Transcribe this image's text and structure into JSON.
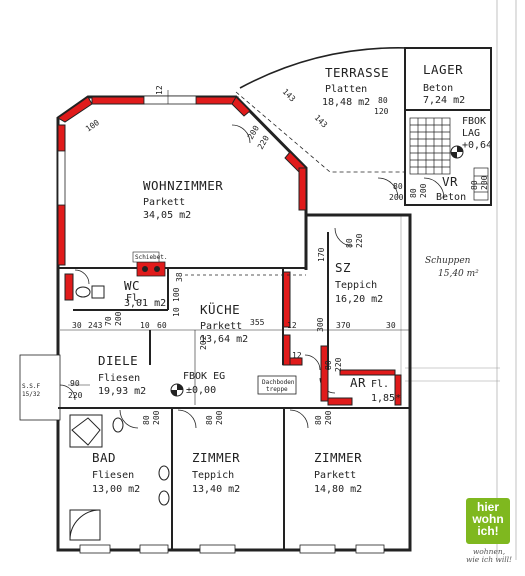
{
  "rooms": {
    "terrasse": {
      "name": "TERRASSE",
      "floor": "Platten",
      "area": "18,48 m2"
    },
    "lager": {
      "name": "LAGER",
      "floor": "Beton",
      "area": "7,24 m2"
    },
    "wohnzimmer": {
      "name": "WOHNZIMMER",
      "floor": "Parkett",
      "area": "34,05 m2"
    },
    "sz": {
      "name": "SZ",
      "floor": "Teppich",
      "area": "16,20 m2"
    },
    "wc": {
      "name": "WC",
      "floor": "Fl.",
      "area": "3,01 m2"
    },
    "kueche": {
      "name": "KÜCHE",
      "floor": "Parkett",
      "area": "13,64 m2"
    },
    "diele": {
      "name": "DIELE",
      "floor": "Fliesen",
      "area": "19,93 m2"
    },
    "ar": {
      "name": "AR",
      "floor": "Fl.",
      "area": "1,85*"
    },
    "bad": {
      "name": "BAD",
      "floor": "Fliesen",
      "area": "13,00 m2"
    },
    "zimmer1": {
      "name": "ZIMMER",
      "floor": "Teppich",
      "area": "13,40 m2"
    },
    "zimmer2": {
      "name": "ZIMMER",
      "floor": "Parkett",
      "area": "14,80 m2"
    },
    "vr": {
      "name": "VR",
      "floor": "Beton"
    }
  },
  "levels": {
    "lag": {
      "line1": "FBOK",
      "line2": "LAG",
      "line3": "+0,64"
    },
    "eg": {
      "line1": "FBOK EG",
      "line2": "±0,00"
    }
  },
  "annotations": {
    "schuppen": "Schuppen",
    "schuppen_area": "15,40 m²",
    "dachboden": "Dachboden",
    "dachboden2": "treppe",
    "schiebe": "Schiebet.",
    "ssf": "S.S.F",
    "ssf2": "15/32"
  },
  "dimensions": {
    "d100": "100",
    "d143a": "143",
    "d143b": "143",
    "d80": "80",
    "d120": "120",
    "d200a": "200",
    "d220a": "220",
    "d80b": "80",
    "d200b": "200",
    "d170": "170",
    "d80c": "80",
    "d220b": "220",
    "d38": "38",
    "d100b": "100",
    "d10": "10",
    "d30a": "30",
    "d243": "243",
    "d70": "70",
    "d200c": "200",
    "d10b": "10",
    "d60": "60",
    "d355": "355",
    "d12a": "12",
    "d300": "300",
    "d370": "370",
    "d30b": "30",
    "d202": "202",
    "d80d": "80",
    "d220c": "220",
    "d90": "90",
    "d220d": "220",
    "d12b": "12",
    "d80e": "80",
    "d200d": "200",
    "d80f": "80",
    "d200e": "200",
    "d80g": "80",
    "d200f": "200",
    "d80h": "80",
    "d200g": "200",
    "d80i": "80",
    "d200h": "200",
    "d12c": "12"
  },
  "brand": {
    "line1": "hier",
    "line2": "wohn",
    "line3": "ich!",
    "slogan1": "wohnen,",
    "slogan2": "wie ich will!"
  },
  "colors": {
    "wall_red": "#e01b1b",
    "wall_black": "#222222",
    "brand_green": "#7fb81f"
  }
}
